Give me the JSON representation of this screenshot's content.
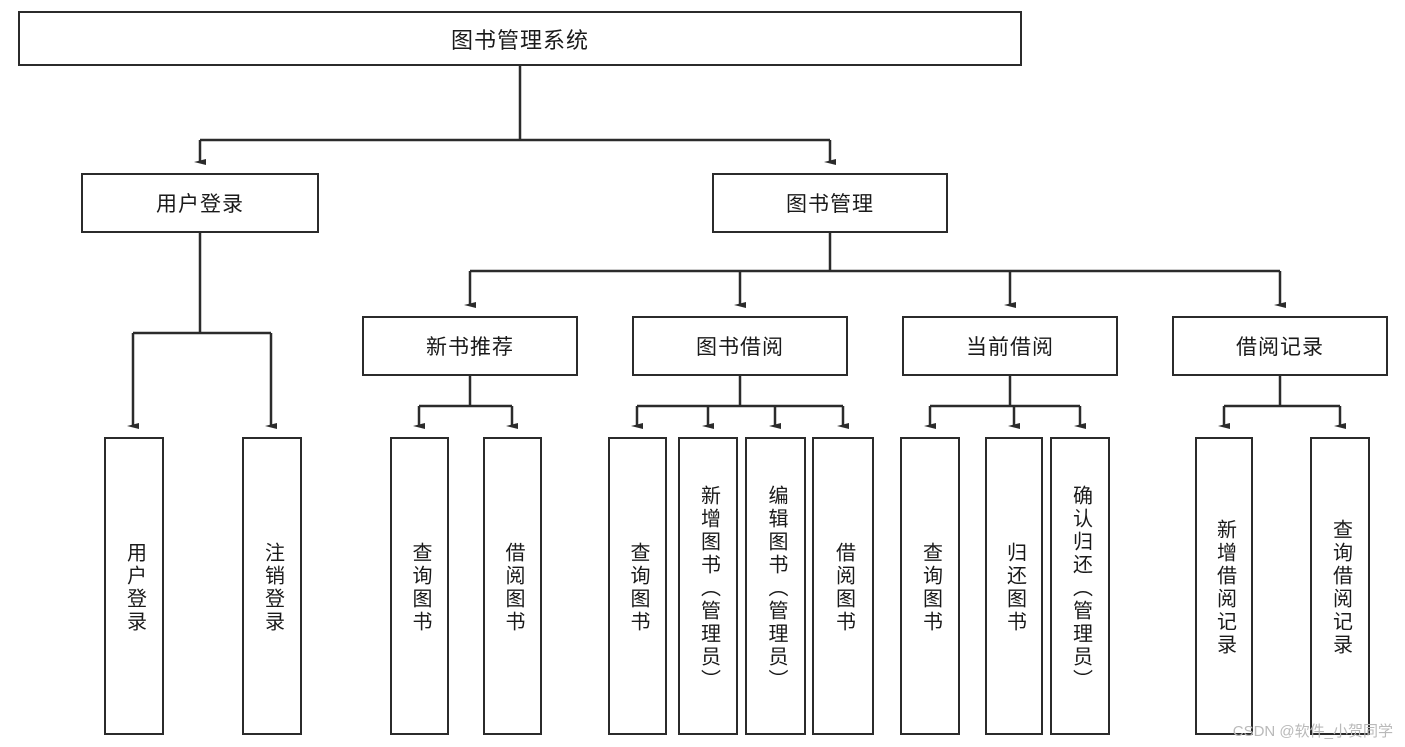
{
  "diagram": {
    "title": "图书管理系统",
    "type": "tree-hierarchy",
    "accent_color": "#2b2b2b",
    "background_color": "#ffffff",
    "root": {
      "label": "图书管理系统"
    },
    "level1": [
      {
        "label": "用户登录"
      },
      {
        "label": "图书管理"
      }
    ],
    "level2": [
      {
        "label": "新书推荐"
      },
      {
        "label": "图书借阅"
      },
      {
        "label": "当前借阅"
      },
      {
        "label": "借阅记录"
      }
    ],
    "leaves": {
      "user_login": [
        {
          "label": "用户登录"
        },
        {
          "label": "注销登录"
        }
      ],
      "new_book_recommend": [
        {
          "label": "查询图书"
        },
        {
          "label": "借阅图书"
        }
      ],
      "book_borrow": [
        {
          "label": "查询图书"
        },
        {
          "label": "新增图书（管理员）"
        },
        {
          "label": "编辑图书（管理员）"
        },
        {
          "label": "借阅图书"
        }
      ],
      "current_borrow": [
        {
          "label": "查询图书"
        },
        {
          "label": "归还图书"
        },
        {
          "label": "确认归还（管理员）"
        }
      ],
      "borrow_records": [
        {
          "label": "新增借阅记录"
        },
        {
          "label": "查询借阅记录"
        }
      ]
    }
  },
  "watermark": {
    "text": "CSDN @软件_小贺同学"
  }
}
